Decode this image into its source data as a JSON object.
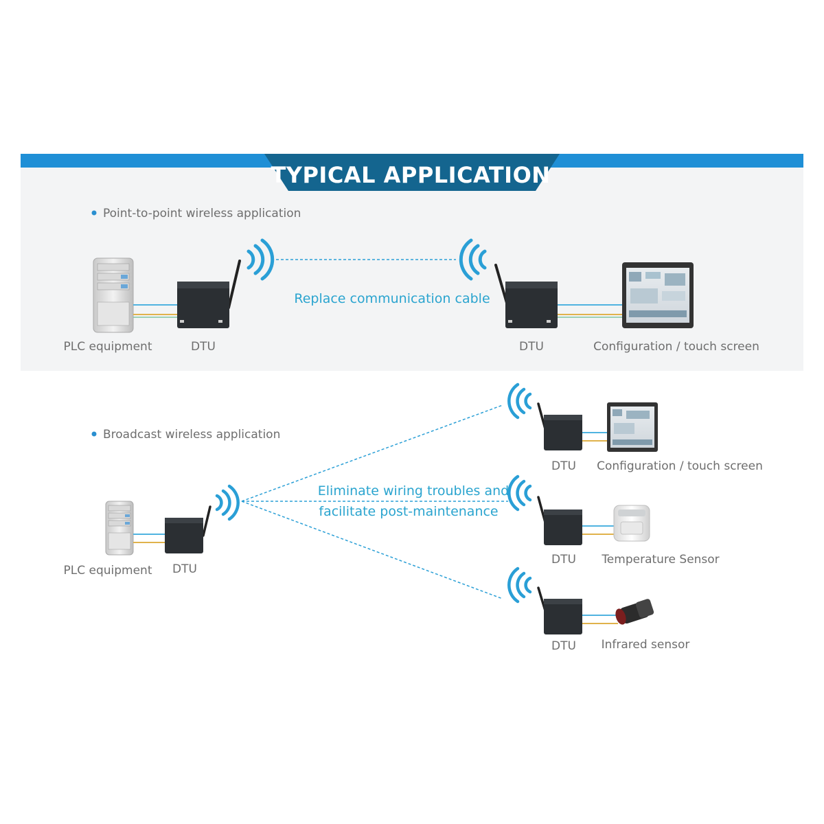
{
  "header": {
    "title": "TYPICAL APPLICATION"
  },
  "colors": {
    "accent": "#1f8fd6",
    "header_dark": "#14658f",
    "text_blue": "#2aa4cf",
    "label_gray": "#6e6e6e",
    "dtu_body": "#2b2f33"
  },
  "point_to_point": {
    "heading": "Point-to-point wireless application",
    "left_device": "PLC equipment",
    "left_dtu": "DTU",
    "right_dtu": "DTU",
    "right_device": "Configuration / touch screen",
    "link_caption": "Replace communication cable"
  },
  "broadcast": {
    "heading": "Broadcast wireless application",
    "source_device": "PLC equipment",
    "source_dtu": "DTU",
    "caption_line1": "Eliminate wiring troubles and",
    "caption_line2": "facilitate post-maintenance",
    "targets": [
      {
        "dtu": "DTU",
        "device": "Configuration / touch screen",
        "icon": "touch-screen-icon"
      },
      {
        "dtu": "DTU",
        "device": "Temperature Sensor",
        "icon": "temperature-sensor-icon"
      },
      {
        "dtu": "DTU",
        "device": "Infrared sensor",
        "icon": "infrared-sensor-icon"
      }
    ]
  }
}
